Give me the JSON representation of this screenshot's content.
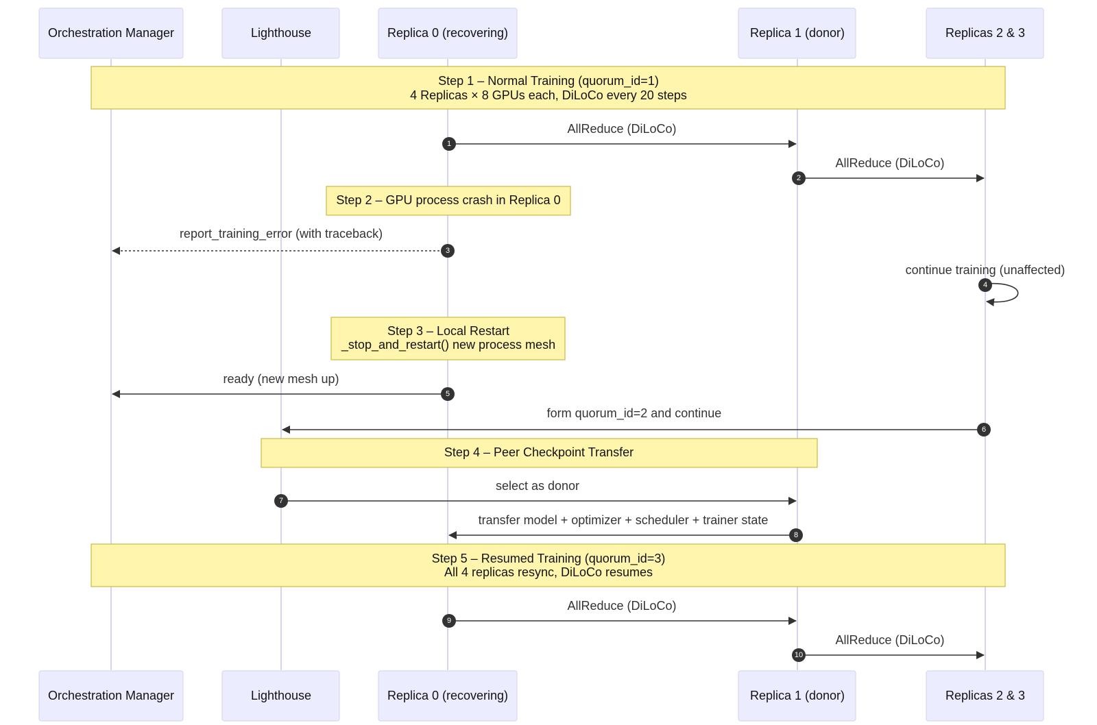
{
  "actors": [
    {
      "id": "om",
      "label": "Orchestration Manager"
    },
    {
      "id": "lh",
      "label": "Lighthouse"
    },
    {
      "id": "r0",
      "label": "Replica 0 (recovering)"
    },
    {
      "id": "r1",
      "label": "Replica 1 (donor)"
    },
    {
      "id": "r23",
      "label": "Replicas 2 & 3"
    }
  ],
  "notes": [
    {
      "lines": [
        "Step 1 – Normal Training (quorum_id=1)",
        "4 Replicas × 8 GPUs each, DiLoCo every 20 steps"
      ]
    },
    {
      "lines": [
        "Step 2 – GPU process crash in Replica 0"
      ]
    },
    {
      "lines": [
        "Step 3 – Local Restart",
        "_stop_and_restart() new process mesh"
      ]
    },
    {
      "lines": [
        "Step 4 – Peer Checkpoint Transfer"
      ]
    },
    {
      "lines": [
        "Step 5 – Resumed Training (quorum_id=3)",
        "All 4 replicas resync, DiLoCo resumes"
      ]
    }
  ],
  "messages": [
    {
      "seq": "1",
      "from": "r0",
      "to": "r1",
      "label": "AllReduce (DiLoCo)",
      "style": "solid"
    },
    {
      "seq": "2",
      "from": "r1",
      "to": "r23",
      "label": "AllReduce (DiLoCo)",
      "style": "solid"
    },
    {
      "seq": "3",
      "from": "r0",
      "to": "om",
      "label": "report_training_error (with traceback)",
      "style": "dotted"
    },
    {
      "seq": "4",
      "from": "r23",
      "to": "r23",
      "label": "continue training (unaffected)",
      "style": "solid"
    },
    {
      "seq": "5",
      "from": "r0",
      "to": "om",
      "label": "ready (new mesh up)",
      "style": "solid"
    },
    {
      "seq": "6",
      "from": "r23",
      "to": "lh",
      "label": "form quorum_id=2 and continue",
      "style": "solid"
    },
    {
      "seq": "7",
      "from": "lh",
      "to": "r1",
      "label": "select as donor",
      "style": "solid"
    },
    {
      "seq": "8",
      "from": "r1",
      "to": "r0",
      "label": "transfer model + optimizer + scheduler + trainer state",
      "style": "solid"
    },
    {
      "seq": "9",
      "from": "r0",
      "to": "r1",
      "label": "AllReduce (DiLoCo)",
      "style": "solid"
    },
    {
      "seq": "10",
      "from": "r1",
      "to": "r23",
      "label": "AllReduce (DiLoCo)",
      "style": "solid"
    }
  ],
  "colors": {
    "actor_fill": "#ECECFF",
    "actor_stroke": "#D8D7F3",
    "note_fill": "#FFF5AD",
    "note_stroke": "#C8BB45",
    "line": "#333333",
    "lifeline": "#D5D5EE"
  }
}
